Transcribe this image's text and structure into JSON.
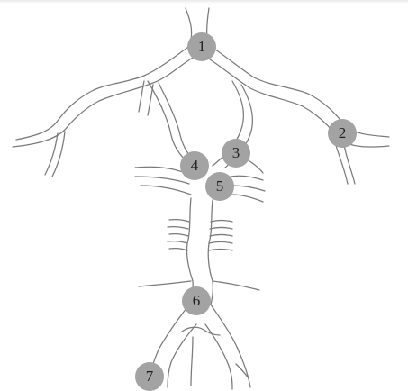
{
  "diagram": {
    "markers": [
      {
        "label": "1"
      },
      {
        "label": "2"
      },
      {
        "label": "3"
      },
      {
        "label": "4"
      },
      {
        "label": "5"
      },
      {
        "label": "6"
      },
      {
        "label": "7"
      }
    ]
  },
  "colors": {
    "vessel_line": "#7a7a7a",
    "marker_fill": "#a3a3a3",
    "marker_text": "#1e1e1e"
  }
}
